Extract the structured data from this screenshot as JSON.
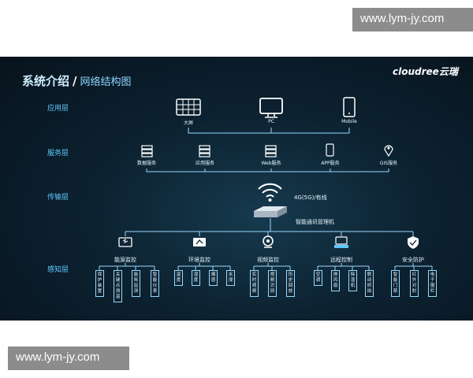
{
  "watermarks": {
    "top": "www.lym-jy.com",
    "bottom": "www.lym-jy.com"
  },
  "slide": {
    "title": "系统介绍",
    "separator": "/",
    "subtitle": "网络结构图",
    "brand": "cloudree云瑞"
  },
  "layers": [
    "应用层",
    "服务层",
    "传输层",
    "感知层"
  ],
  "application": [
    "大屏",
    "PC",
    "Mobile"
  ],
  "services": [
    "数据服务",
    "应用服务",
    "Web服务",
    "APP服务",
    "GIS服务"
  ],
  "transport": {
    "wireless": "4G(5G)/有线",
    "device": "智能通讯管理机"
  },
  "perception": [
    {
      "label": "能源监控",
      "icon": "energy-monitor-icon",
      "leaves": [
        "保护装置",
        "关键点测温",
        "能耗监测",
        "智能仪表"
      ]
    },
    {
      "label": "环境监控",
      "icon": "environment-monitor-icon",
      "leaves": [
        "温度",
        "湿度",
        "烟感",
        "水浸"
      ]
    },
    {
      "label": "视频监控",
      "icon": "camera-icon",
      "leaves": [
        "实时视频",
        "视频识别",
        "历史回放"
      ]
    },
    {
      "label": "远程控制",
      "icon": "remote-control-icon",
      "leaves": [
        "空调",
        "排风扇",
        "除湿机",
        "联动抓拍"
      ]
    },
    {
      "label": "安全防护",
      "icon": "shield-icon",
      "leaves": [
        "智能门禁",
        "红外对射",
        "电子围栏"
      ]
    }
  ],
  "colors": {
    "background": "#0c2231",
    "accent": "#5ec8ff",
    "line": "#9ad8ff"
  }
}
